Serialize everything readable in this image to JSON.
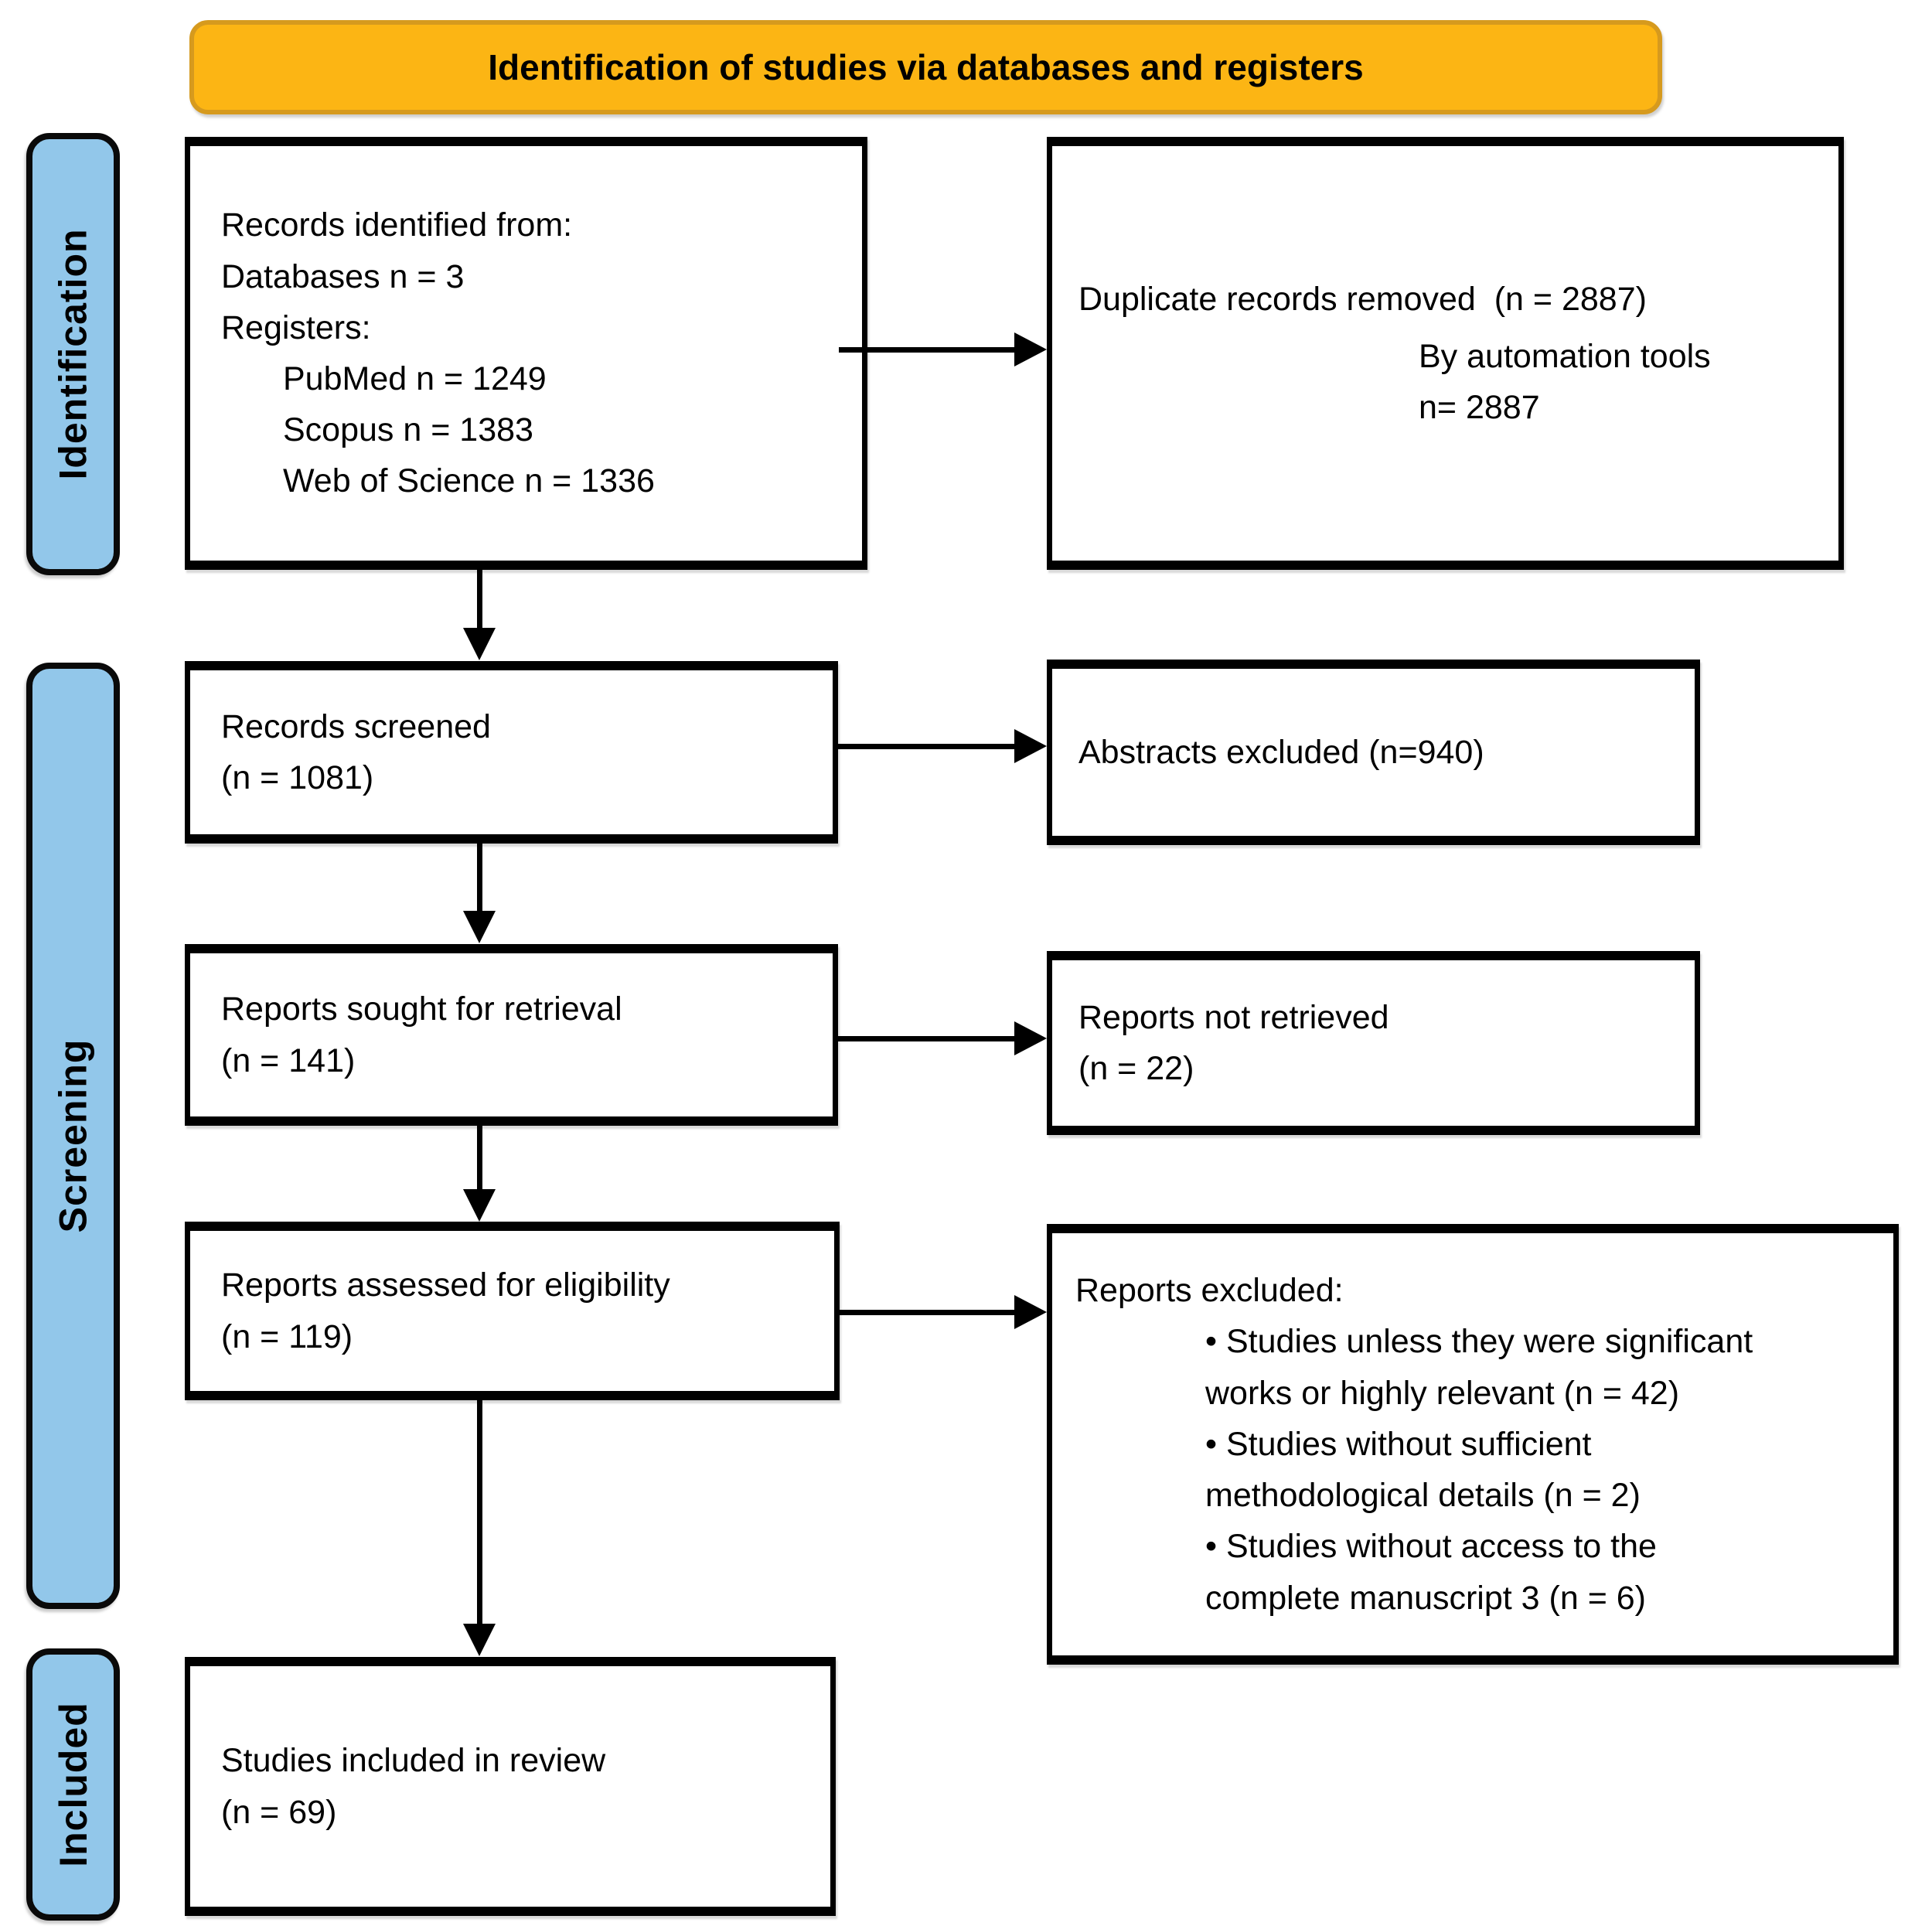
{
  "banner": {
    "title": "Identification of studies via databases and registers"
  },
  "stages": [
    {
      "label": "Identification"
    },
    {
      "label": "Screening"
    },
    {
      "label": "Included"
    }
  ],
  "colors": {
    "banner_fill": "#FCB514",
    "banner_border": "#D69A1E",
    "stage_fill": "#92C7EA",
    "box_border": "#000000"
  },
  "boxes": {
    "records_identified": {
      "main": "Records identified from:\nDatabases n = 3\nRegisters:",
      "registers": "PubMed n = 1249\nScopus n = 1383\nWeb of Science n = 1336"
    },
    "duplicates_removed": {
      "line1": "Duplicate records removed  (n = 2887)",
      "automation": "By automation tools\nn= 2887"
    },
    "records_screened": {
      "text": "Records screened\n(n = 1081)"
    },
    "abstracts_excluded": {
      "text": "Abstracts excluded (n=940)"
    },
    "reports_sought": {
      "text": "Reports sought for retrieval\n(n = 141)"
    },
    "reports_not_retrieved": {
      "text": "Reports not retrieved\n(n = 22)"
    },
    "reports_assessed": {
      "text": "Reports assessed for eligibility\n(n = 119)"
    },
    "reports_excluded": {
      "heading": "Reports excluded:",
      "bullets": [
        "• Studies unless they were significant\nworks or highly relevant (n = 42)",
        "• Studies without sufficient\nmethodological details (n = 2)",
        "• Studies without access to the\ncomplete manuscript 3 (n = 6)"
      ]
    },
    "studies_included": {
      "text": "Studies included in review\n(n = 69)"
    }
  }
}
